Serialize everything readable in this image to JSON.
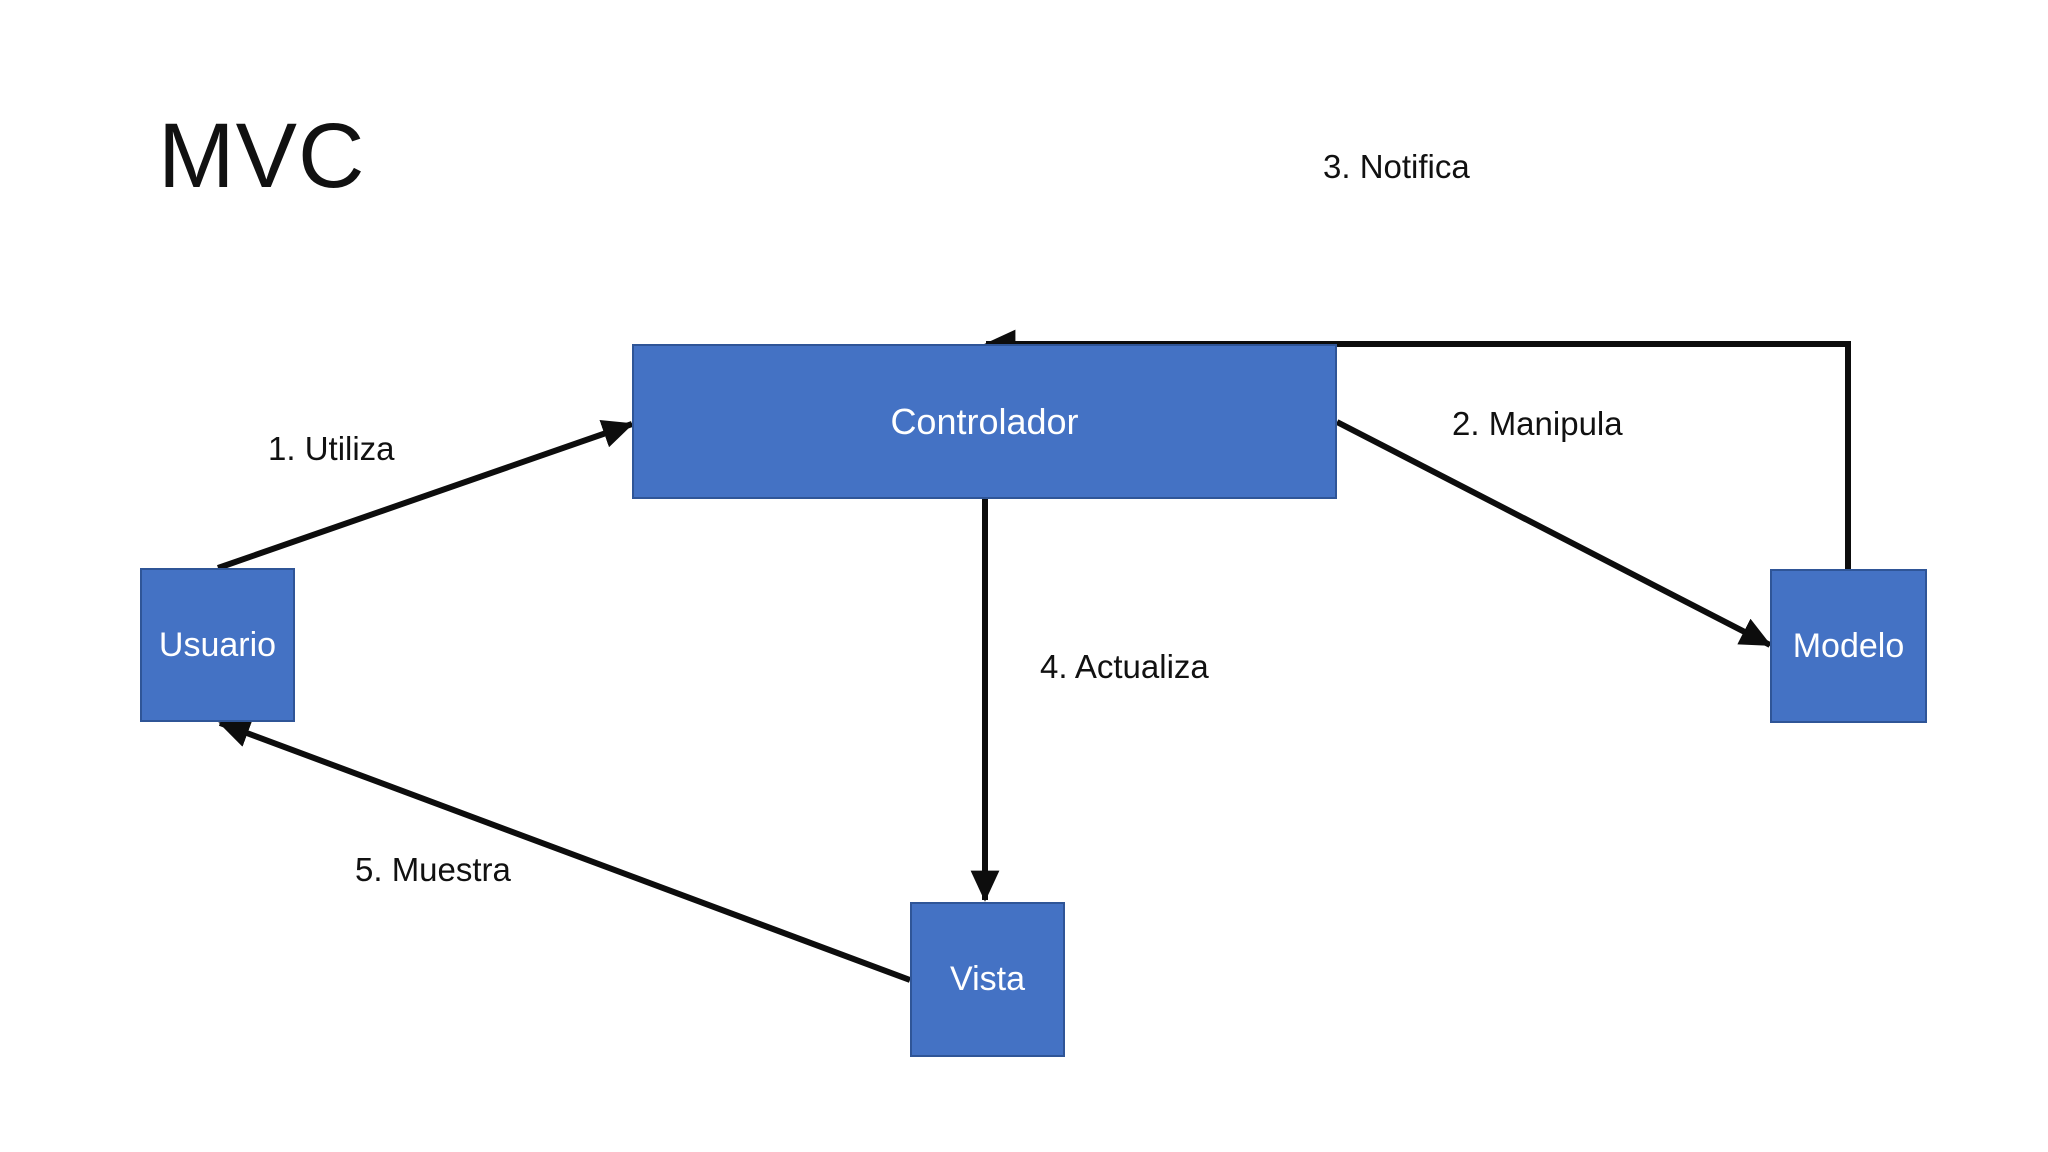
{
  "title": "MVC",
  "colors": {
    "background": "#ffffff",
    "box_fill": "#4472C4",
    "box_border": "#2F5597",
    "box_text": "#ffffff",
    "arrow": "#0d0d0d",
    "label_text": "#111111"
  },
  "nodes": {
    "controlador": {
      "label": "Controlador"
    },
    "usuario": {
      "label": "Usuario"
    },
    "modelo": {
      "label": "Modelo"
    },
    "vista": {
      "label": "Vista"
    }
  },
  "edges": [
    {
      "id": "utiliza",
      "label": "1. Utiliza",
      "from": "usuario",
      "to": "controlador"
    },
    {
      "id": "manipula",
      "label": "2. Manipula",
      "from": "controlador",
      "to": "modelo"
    },
    {
      "id": "notifica",
      "label": "3. Notifica",
      "from": "modelo",
      "to": "controlador"
    },
    {
      "id": "actualiza",
      "label": "4. Actualiza",
      "from": "controlador",
      "to": "vista"
    },
    {
      "id": "muestra",
      "label": "5. Muestra",
      "from": "vista",
      "to": "usuario"
    }
  ]
}
